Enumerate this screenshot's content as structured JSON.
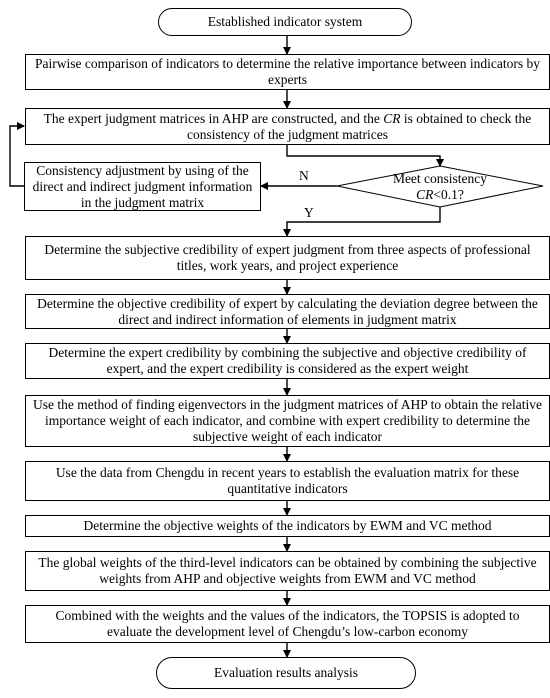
{
  "nodes": {
    "start": "Established indicator system",
    "pairwise": "Pairwise comparison of indicators to determine the relative importance between indicators by experts",
    "matrices": {
      "part1": "The expert judgment matrices in AHP are constructed, and the ",
      "cr": "CR",
      "part2": " is obtained to check the consistency of the judgment matrices"
    },
    "decision": {
      "line1": "Meet consistency",
      "cr": "CR",
      "cond": "<0.1?"
    },
    "adjust": "Consistency adjustment by using of the direct and indirect judgment information in the judgment matrix",
    "subjective": "Determine the subjective credibility of expert judgment from three aspects of professional titles, work years, and project experience",
    "objective": "Determine the objective credibility of expert by calculating the deviation degree between the direct and indirect information of elements in judgment matrix",
    "expert": "Determine the expert credibility by combining the subjective and objective credibility of expert, and the expert credibility is considered as the expert weight",
    "eigen": "Use the method of finding eigenvectors in the judgment matrices of AHP to obtain the relative importance weight of each indicator, and combine with expert credibility to determine the subjective weight of each indicator",
    "data": "Use the data from Chengdu in recent years to establish the evaluation matrix for these quantitative indicators",
    "ewm": "Determine the objective weights of the indicators by EWM and VC method",
    "global": "The global weights of the third-level indicators can be obtained by combining the subjective weights from AHP and objective weights from EWM and VC method",
    "topsis": "Combined with the weights and the values of the indicators, the TOPSIS is adopted to evaluate the development level of Chengdu’s low-carbon economy",
    "end": "Evaluation results analysis"
  },
  "edge_labels": {
    "no": "N",
    "yes": "Y"
  }
}
